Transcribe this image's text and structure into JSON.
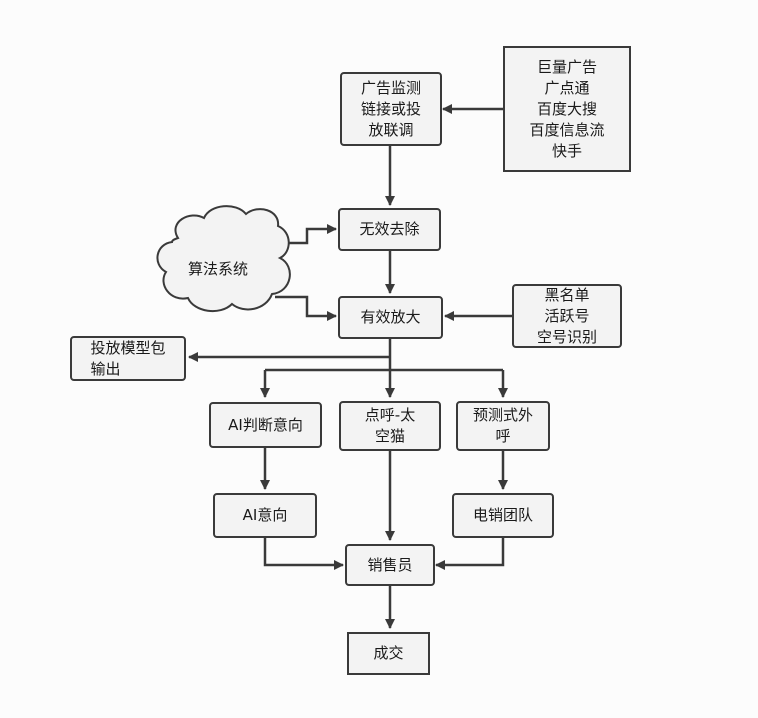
{
  "nodes": {
    "monitor": [
      "广告监测",
      "链接或投",
      "放联调"
    ],
    "sources": [
      "巨量广告",
      "广点通",
      "百度大搜",
      "百度信息流",
      "快手"
    ],
    "remove_invalid": "无效去除",
    "algorithm": "算法系统",
    "amplify": "有效放大",
    "blacklist": [
      "黑名单",
      "活跃号",
      "空号识别"
    ],
    "model_pkg": [
      "投放模型包",
      "输出"
    ],
    "ai_judge": "AI判断意向",
    "space_cat": [
      "点呼-太",
      "空猫"
    ],
    "predictive": [
      "预测式外",
      "呼"
    ],
    "ai_intent": "AI意向",
    "telesales": "电销团队",
    "sales": "销售员",
    "deal": "成交"
  },
  "colors": {
    "stroke": "#3a3a3a",
    "fill": "#f3f3f3",
    "background": "#fcfcfc"
  }
}
